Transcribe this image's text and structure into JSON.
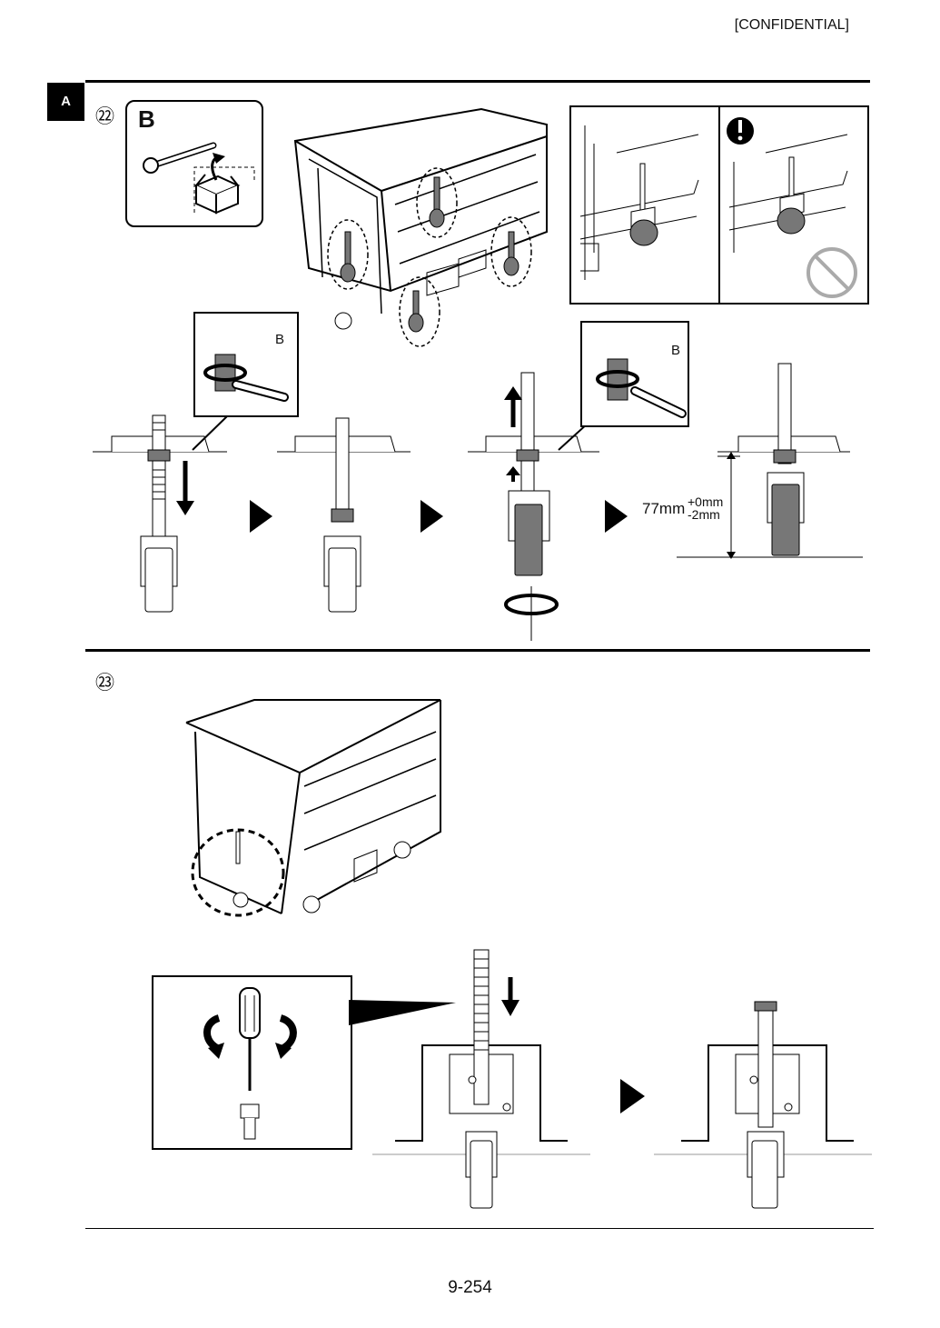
{
  "header": {
    "confidential": "[CONFIDENTIAL]"
  },
  "section_tag": "A",
  "steps": [
    {
      "number": "㉒",
      "tool_box_label": "B",
      "callout_labels": [
        "B",
        "B"
      ],
      "measurement": {
        "value": "77mm",
        "tol_plus": "+0mm",
        "tol_minus": "-2mm"
      }
    },
    {
      "number": "㉓"
    }
  ],
  "footer": {
    "page_number": "9-254"
  },
  "icons": [
    "wrench-icon",
    "box-icon",
    "warning-icon",
    "prohibited-icon",
    "arrow-right-icon",
    "screwdriver-icon",
    "rotate-icon"
  ]
}
